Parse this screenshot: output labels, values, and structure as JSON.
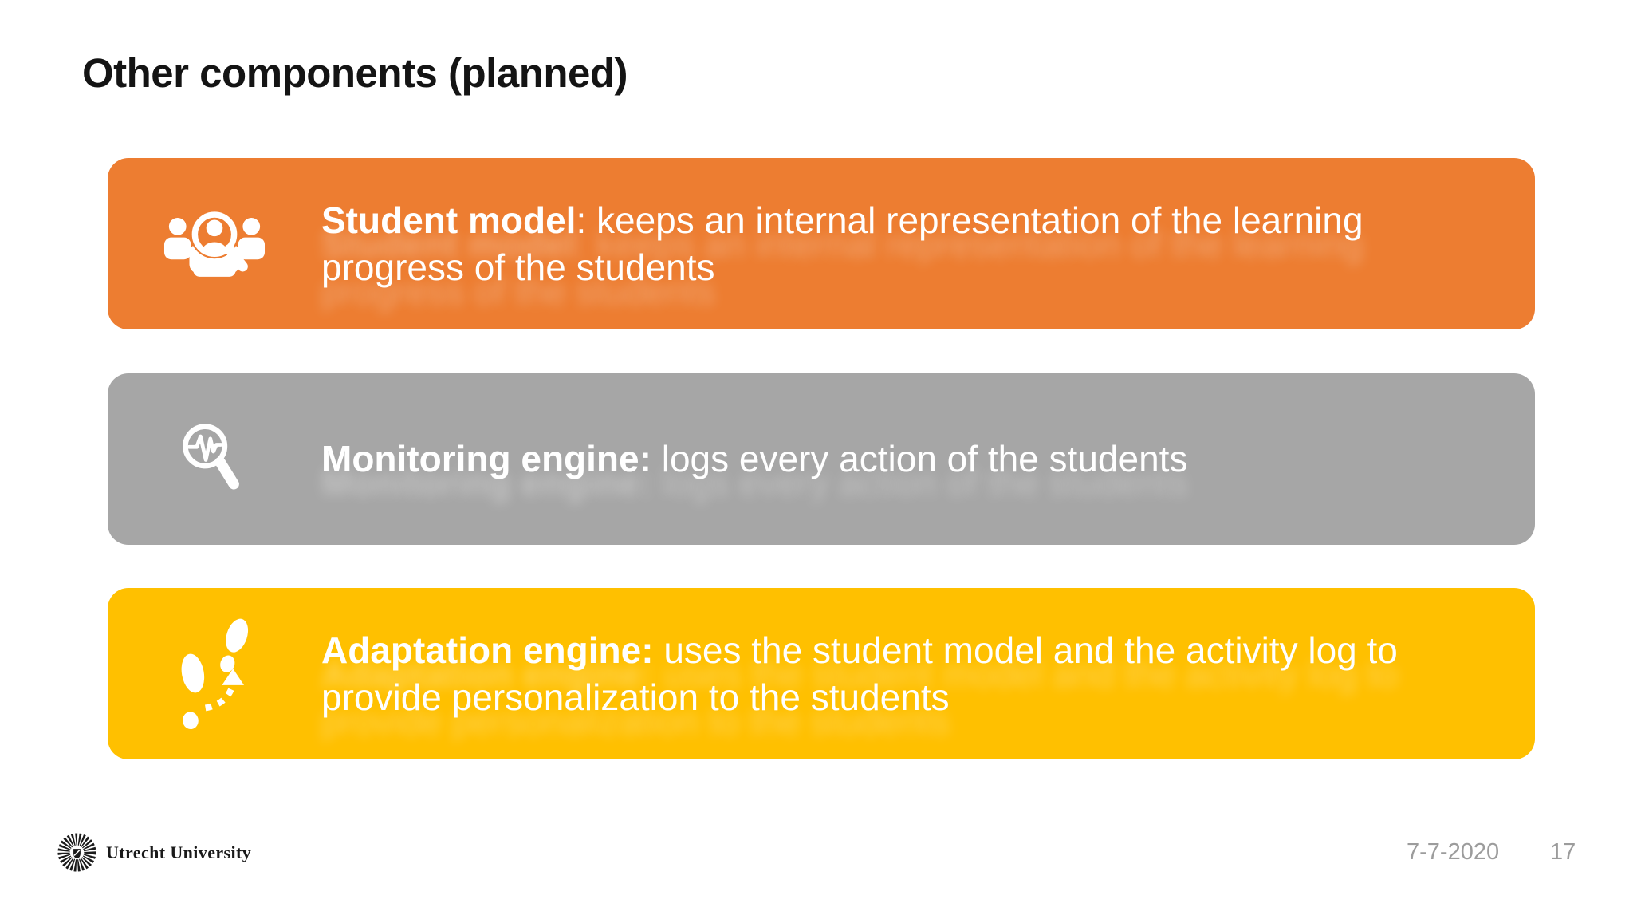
{
  "slide": {
    "title": "Other components (planned)",
    "cards": [
      {
        "name": "student-model",
        "heading": "Student model",
        "body": ": keeps an internal representation of the learning progress of the students",
        "color": "#ED7D31",
        "icon": "people-search"
      },
      {
        "name": "monitoring-engine",
        "heading": "Monitoring engine:",
        "body": " logs every action of the students",
        "color": "#A6A6A6",
        "icon": "activity-magnifier"
      },
      {
        "name": "adaptation-engine",
        "heading": "Adaptation engine:",
        "body": " uses the student model and the activity log to provide personalization to the students",
        "color": "#FFC000",
        "icon": "footsteps"
      }
    ],
    "footer": {
      "university": "Utrecht University",
      "date": "7-7-2020",
      "page_number": "17"
    }
  }
}
